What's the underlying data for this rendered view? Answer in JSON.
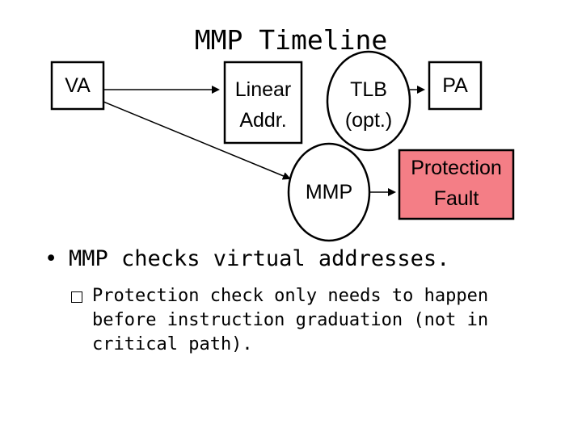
{
  "title": "MMP Timeline",
  "diagram": {
    "nodes": {
      "va": "VA",
      "linear_line1": "Linear",
      "linear_line2": "Addr.",
      "tlb_line1": "TLB",
      "tlb_line2": "(opt.)",
      "pa": "PA",
      "mmp": "MMP",
      "fault_line1": "Protection",
      "fault_line2": "Fault"
    },
    "colors": {
      "fault_fill": "#f47e86",
      "stroke": "#000000"
    }
  },
  "bullets": {
    "main": "MMP checks virtual addresses.",
    "sub": "Protection check only needs to happen before instruction graduation (not in critical path)."
  }
}
